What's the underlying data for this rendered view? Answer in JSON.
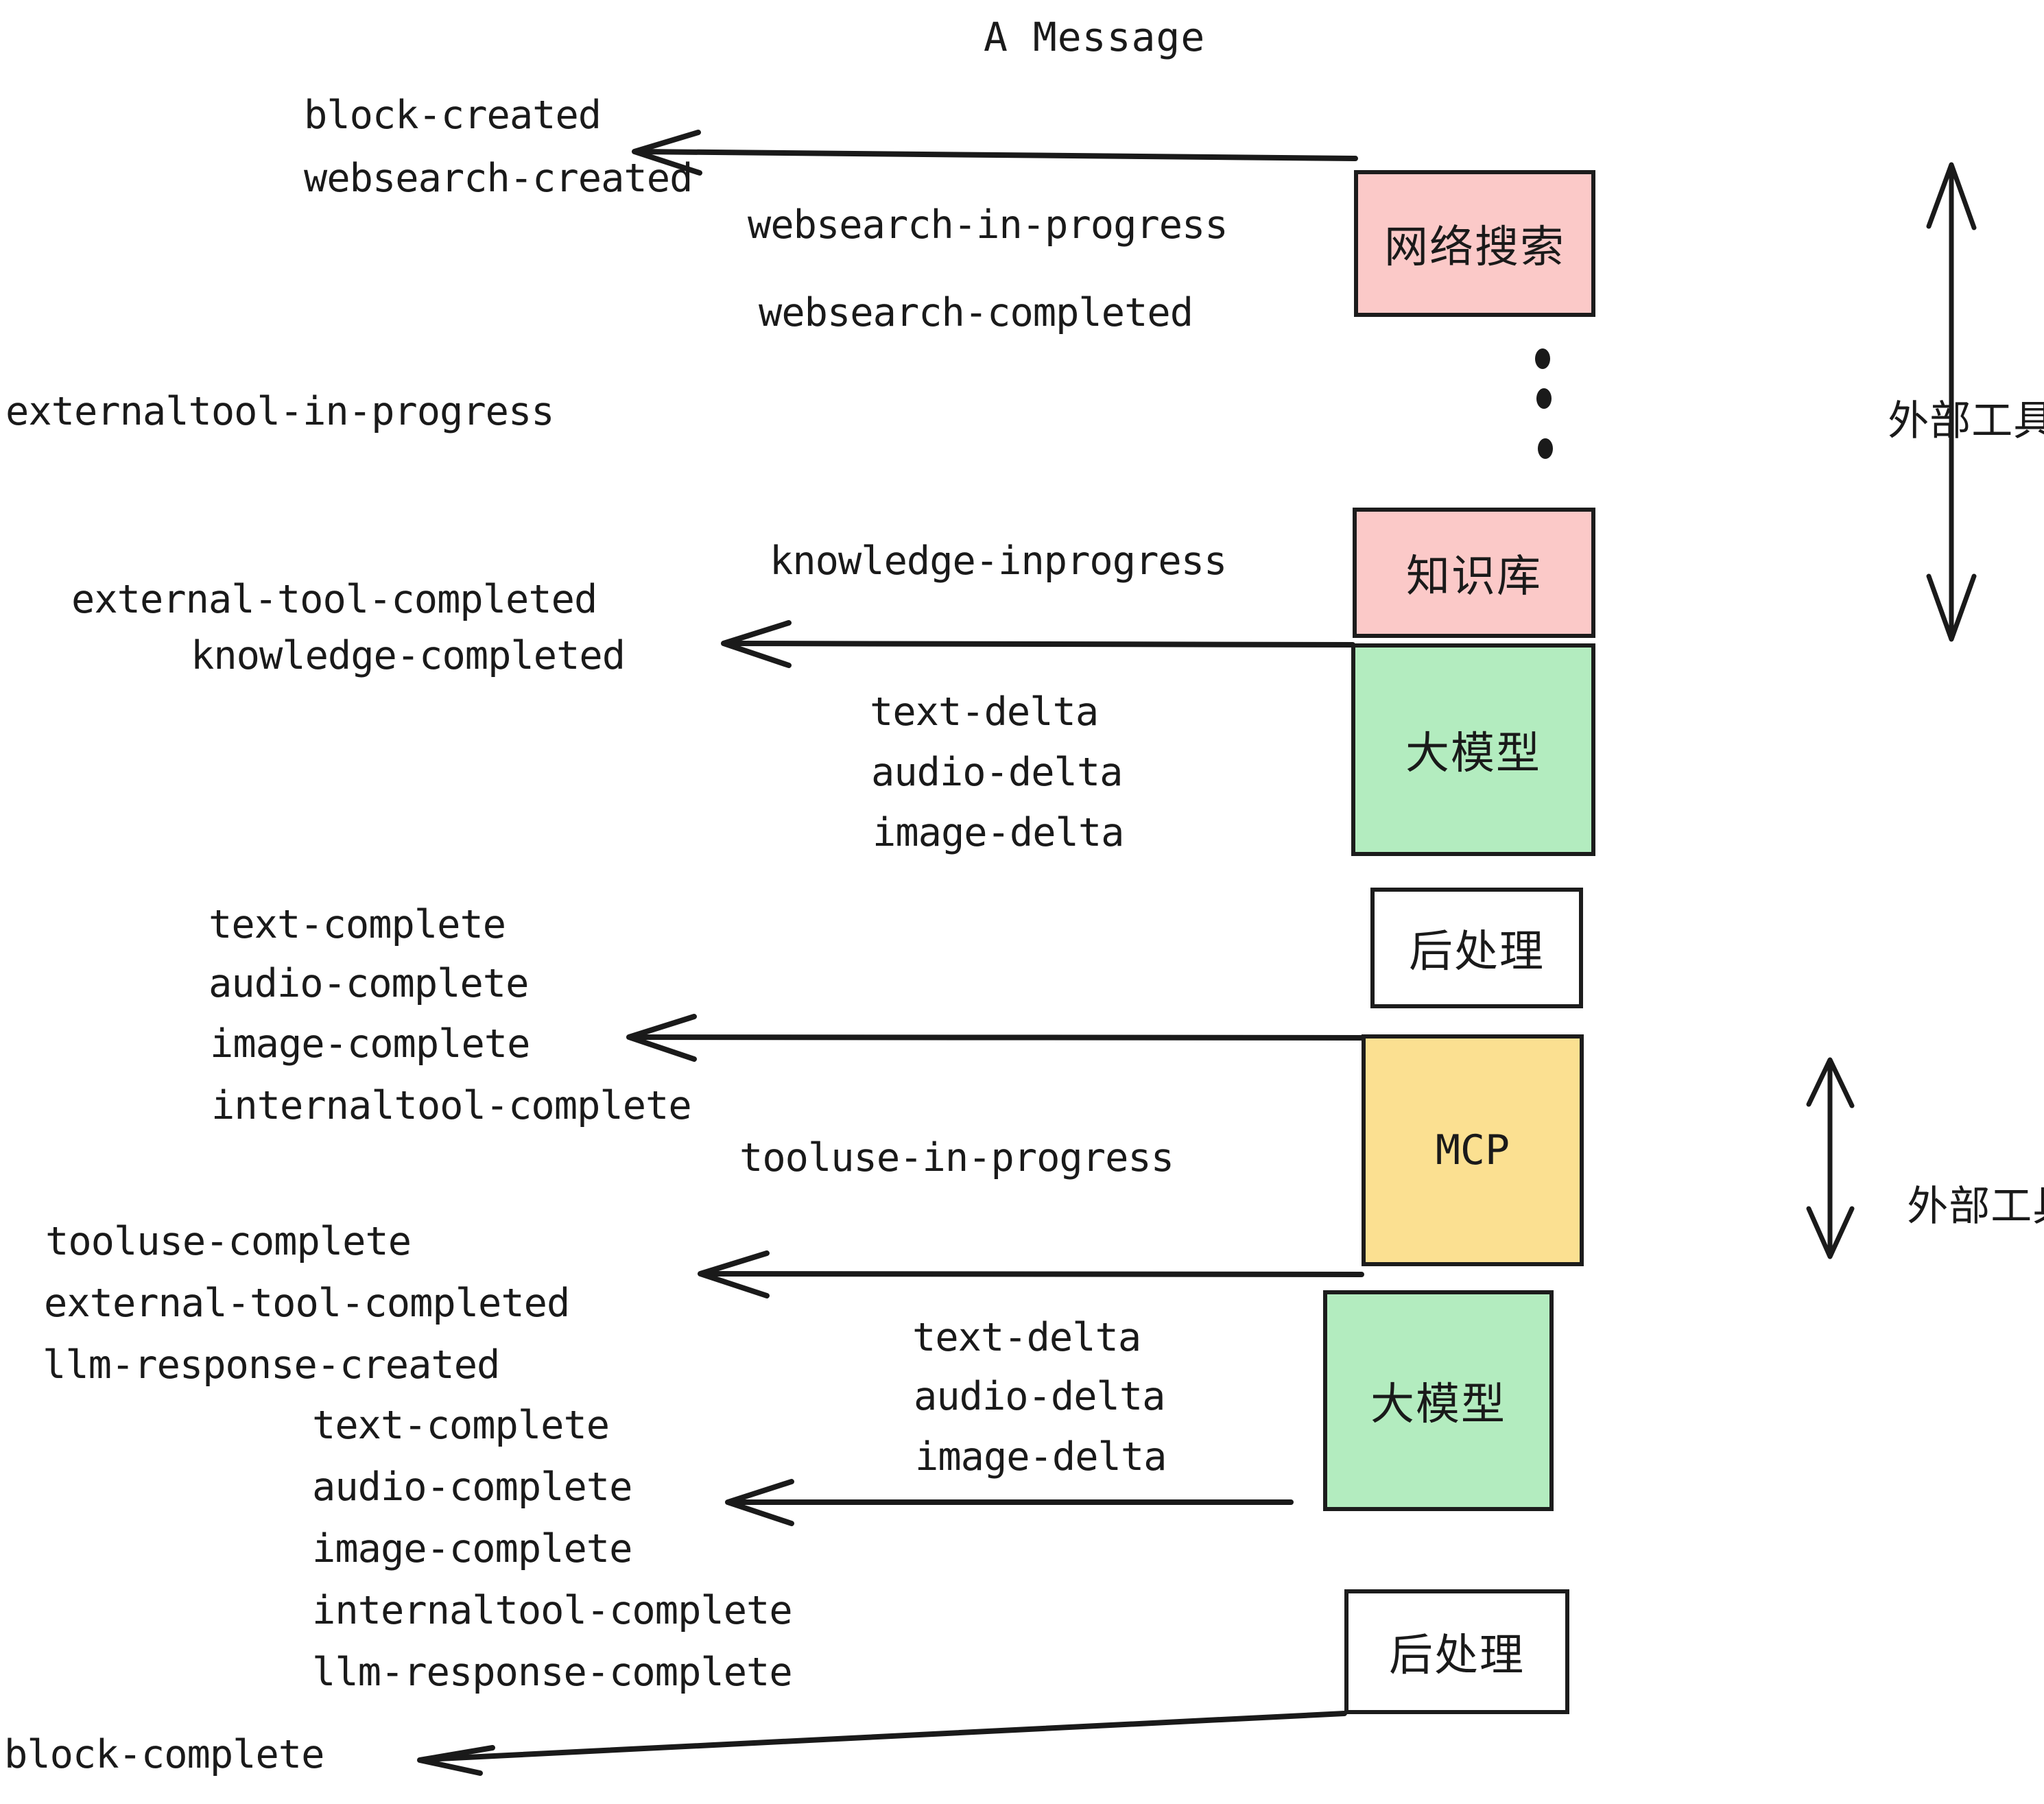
{
  "diagram": {
    "title": "A Message",
    "colors": {
      "external_tool_fill": "#fbc9c8",
      "llm_fill": "#b3ecbf",
      "mcp_fill": "#fbe091",
      "postprocess_fill": "#ffffff",
      "stroke": "#1c1c1c",
      "text": "#1a1a1a",
      "background": "#ffffff"
    },
    "nodes": [
      {
        "id": "websearch",
        "label": "网络搜索",
        "kind": "external-tool"
      },
      {
        "id": "knowledge",
        "label": "知识库",
        "kind": "external-tool"
      },
      {
        "id": "llm-top",
        "label": "大模型",
        "kind": "llm"
      },
      {
        "id": "postprocess-top",
        "label": "后处理",
        "kind": "postprocess"
      },
      {
        "id": "mcp",
        "label": "MCP",
        "kind": "mcp"
      },
      {
        "id": "llm-bottom",
        "label": "大模型",
        "kind": "llm"
      },
      {
        "id": "postprocess-bottom",
        "label": "后处理",
        "kind": "postprocess"
      }
    ],
    "side_labels": [
      {
        "id": "external-tool-top",
        "label": "外部工具"
      },
      {
        "id": "external-tool-bottom",
        "label": "外部工具"
      }
    ],
    "ellipsis_dots": 3,
    "events": [
      {
        "id": "block-created",
        "text": "block-created"
      },
      {
        "id": "websearch-created",
        "text": "websearch-created"
      },
      {
        "id": "websearch-in-progress",
        "text": "websearch-in-progress"
      },
      {
        "id": "websearch-completed",
        "text": "websearch-completed"
      },
      {
        "id": "externaltool-in-progress",
        "text": "externaltool-in-progress"
      },
      {
        "id": "knowledge-inprogress",
        "text": "knowledge-inprogress"
      },
      {
        "id": "external-tool-completed-1",
        "text": "external-tool-completed"
      },
      {
        "id": "knowledge-completed",
        "text": "knowledge-completed"
      },
      {
        "id": "text-delta-1",
        "text": "text-delta"
      },
      {
        "id": "audio-delta-1",
        "text": "audio-delta"
      },
      {
        "id": "image-delta-1",
        "text": "image-delta"
      },
      {
        "id": "text-complete-1",
        "text": "text-complete"
      },
      {
        "id": "audio-complete-1",
        "text": "audio-complete"
      },
      {
        "id": "image-complete-1",
        "text": "image-complete"
      },
      {
        "id": "internaltool-complete-1",
        "text": "internaltool-complete"
      },
      {
        "id": "tooluse-in-progress",
        "text": "tooluse-in-progress"
      },
      {
        "id": "tooluse-complete",
        "text": "tooluse-complete"
      },
      {
        "id": "external-tool-completed-2",
        "text": "external-tool-completed"
      },
      {
        "id": "llm-response-created",
        "text": "llm-response-created"
      },
      {
        "id": "text-delta-2",
        "text": "text-delta"
      },
      {
        "id": "audio-delta-2",
        "text": "audio-delta"
      },
      {
        "id": "image-delta-2",
        "text": "image-delta"
      },
      {
        "id": "text-complete-2",
        "text": "text-complete"
      },
      {
        "id": "audio-complete-2",
        "text": "audio-complete"
      },
      {
        "id": "image-complete-2",
        "text": "image-complete"
      },
      {
        "id": "internaltool-complete-2",
        "text": "internaltool-complete"
      },
      {
        "id": "llm-response-complete",
        "text": "llm-response-complete"
      },
      {
        "id": "block-complete",
        "text": "block-complete"
      }
    ]
  }
}
